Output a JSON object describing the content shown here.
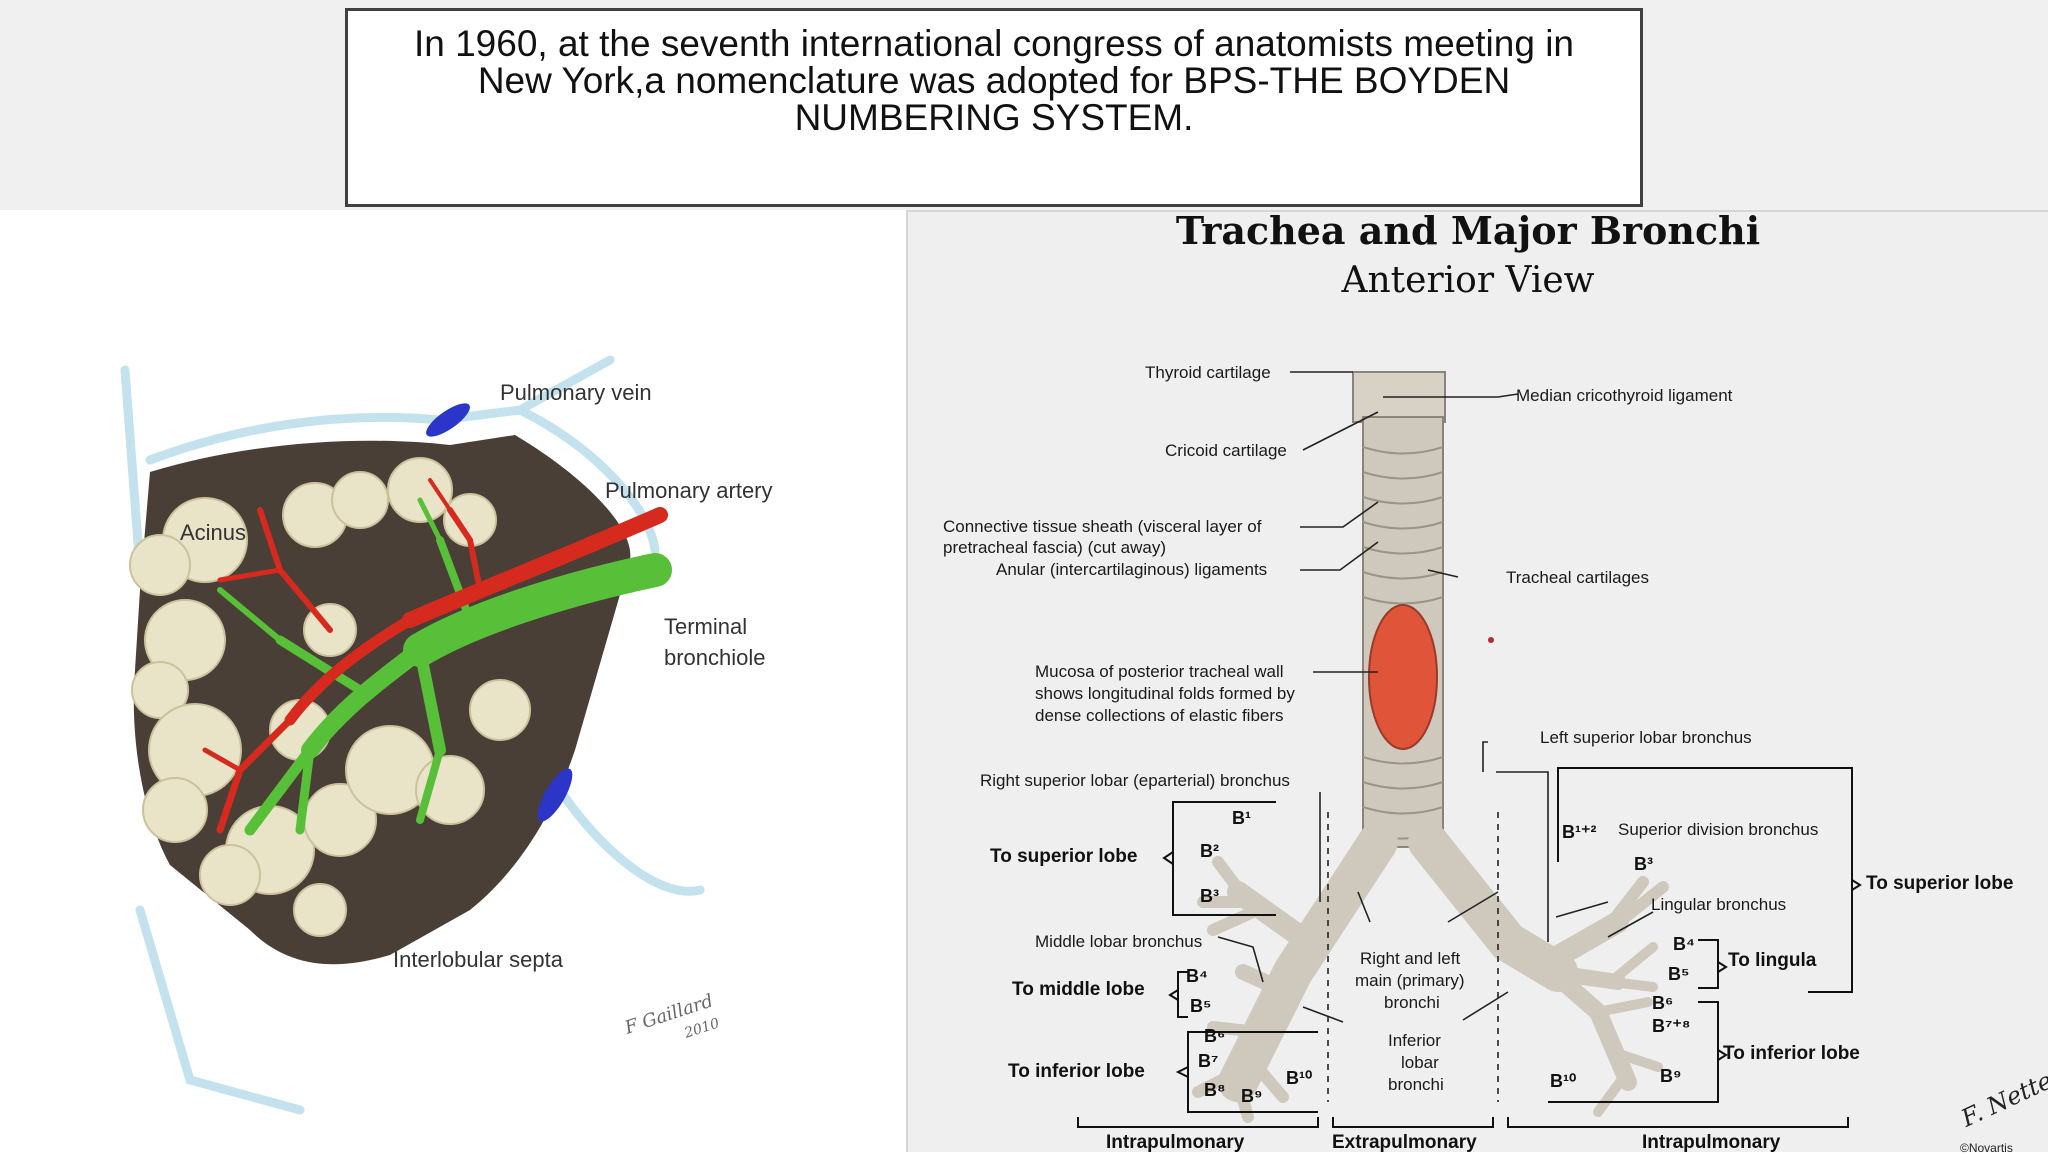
{
  "slide": {
    "caption_lines": [
      "In 1960, at the seventh international congress of anatomists meeting in",
      "New York,a nomenclature was adopted for BPS-THE BOYDEN",
      "NUMBERING SYSTEM."
    ]
  },
  "acinus_figure": {
    "labels": {
      "pulmonary_vein": "Pulmonary vein",
      "pulmonary_artery": "Pulmonary artery",
      "acinus": "Acinus",
      "terminal_bronchiole_1": "Terminal",
      "terminal_bronchiole_2": "bronchiole",
      "interlobular_septa": "Interlobular septa"
    },
    "signature": {
      "name": "F Gaillard",
      "year": "2010"
    },
    "colors": {
      "artery": "#d42a1e",
      "bronchiole": "#5cc33a",
      "vein": "#2a37c8",
      "septa": "#b7dbe9",
      "background": "#463b32",
      "alveoli": "#e8e2c6"
    }
  },
  "netter_figure": {
    "title": "Trachea and Major Bronchi",
    "subtitle": "Anterior View",
    "labels": {
      "thyroid_cartilage": "Thyroid cartilage",
      "median_cricothyroid": "Median cricothyroid ligament",
      "cricoid_cartilage": "Cricoid cartilage",
      "connective_1": "Connective tissue sheath (visceral layer of",
      "connective_2": "pretracheal fascia) (cut away)",
      "anular": "Anular (intercartilaginous) ligaments",
      "tracheal_cartilages": "Tracheal cartilages",
      "mucosa_1": "Mucosa of posterior tracheal wall",
      "mucosa_2": "shows longitudinal folds formed by",
      "mucosa_3": "dense collections of elastic fibers",
      "left_superior_lobar": "Left superior lobar bronchus",
      "right_superior_lobar": "Right superior lobar (eparterial) bronchus",
      "superior_division": "Superior division bronchus",
      "lingular_bronchus": "Lingular bronchus",
      "middle_lobar": "Middle lobar bronchus",
      "right_left_main_1": "Right and left",
      "right_left_main_2": "main (primary)",
      "right_left_main_3": "bronchi",
      "inferior_lobar_1": "Inferior",
      "inferior_lobar_2": "lobar",
      "inferior_lobar_3": "bronchi",
      "to_superior_lobe_right": "To superior lobe",
      "to_middle_lobe": "To middle lobe",
      "to_inferior_lobe_right": "To inferior lobe",
      "to_superior_lobe_left": "To superior lobe",
      "to_lingula": "To lingula",
      "to_inferior_lobe_left": "To inferior lobe",
      "intrapulmonary_right": "Intrapulmonary",
      "extrapulmonary": "Extrapulmonary",
      "intrapulmonary_left": "Intrapulmonary"
    },
    "segments_right": {
      "b1": "B¹",
      "b2": "B²",
      "b3": "B³",
      "b4": "B⁴",
      "b5": "B⁵",
      "b6": "B⁶",
      "b7": "B⁷",
      "b8": "B⁸",
      "b9": "B⁹",
      "b10": "B¹⁰"
    },
    "segments_left": {
      "b12": "B¹⁺²",
      "b3": "B³",
      "b4": "B⁴",
      "b5": "B⁵",
      "b6": "B⁶",
      "b78": "B⁷⁺⁸",
      "b9": "B⁹",
      "b10": "B¹⁰"
    },
    "signature": {
      "name": "F. Netter",
      "publisher": "©Novartis"
    },
    "colors": {
      "airway": "#cfc8bd",
      "mucosa": "#e0553a",
      "line": "#222222"
    }
  }
}
